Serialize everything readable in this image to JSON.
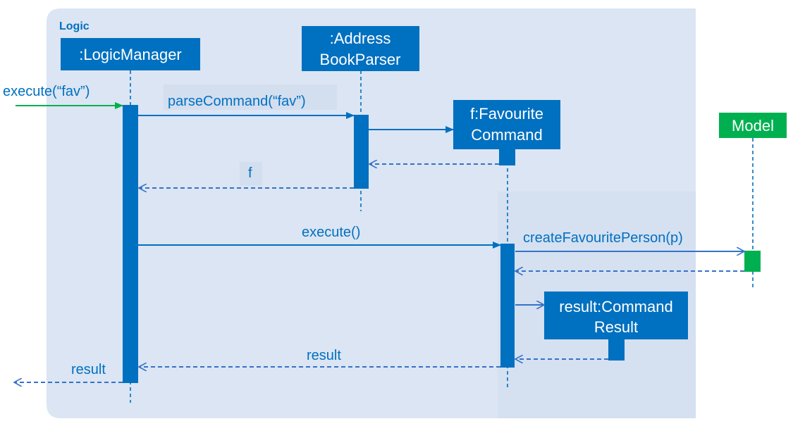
{
  "frame": {
    "title": "Logic"
  },
  "participants": {
    "logic_manager": ":LogicManager",
    "parser_line1": ":Address",
    "parser_line2": "BookParser",
    "fav_cmd_line1": "f:Favourite",
    "fav_cmd_line2": "Command",
    "model": "Model",
    "result_line1": "result:Command",
    "result_line2": "Result"
  },
  "messages": {
    "execute_fav": "execute(“fav”)",
    "parse_command": "parseCommand(“fav”)",
    "return_f": "f",
    "execute": "execute()",
    "create_favourite": "createFavouritePerson(p)",
    "return_result": "result",
    "final_result": "result"
  },
  "colors": {
    "primary": "#0070c0",
    "frame_bg": "#dbe5f3",
    "model": "#00b050",
    "incoming_arrow": "#00b050",
    "return_line": "#3572c8"
  }
}
